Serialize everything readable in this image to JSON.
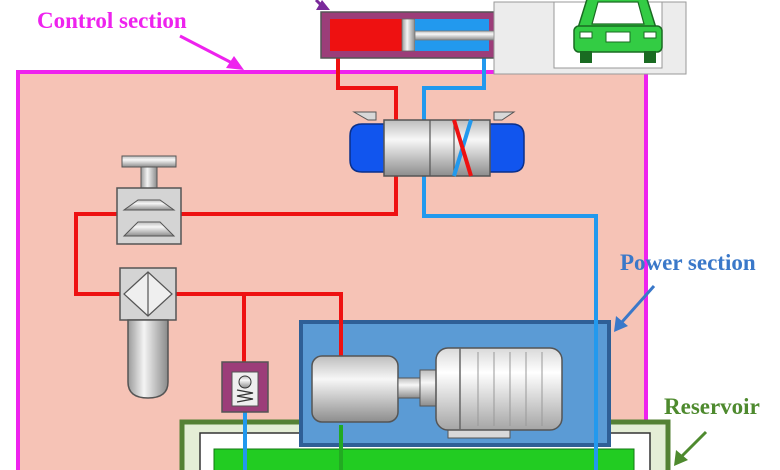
{
  "labels": {
    "control": "Control section",
    "power": "Power section",
    "reservoir": "Reservoir"
  },
  "colors": {
    "control_label": "#ee22ee",
    "power_label": "#3a78c9",
    "reservoir_label": "#4e8a2e",
    "control_fill": "#f6c3b6",
    "control_border": "#ee22ee",
    "power_fill": "#5b9bd5",
    "power_border": "#2f5f96",
    "reservoir_fill": "#e4eed6",
    "reservoir_border": "#558135",
    "fluid": "#22cc22",
    "pressure_line": "#ee1111",
    "return_line": "#2299ee",
    "cylinder_body": "#9c3d79",
    "cylinder_piston_side": "#ee1111",
    "cylinder_rod_side": "#2299ee",
    "car": "#33cc44",
    "valve_solenoid": "#1155ee"
  },
  "icons": [
    "hydraulic-cylinder-icon",
    "car-icon",
    "directional-valve-icon",
    "pressure-gauge-icon",
    "filter-icon",
    "check-valve-icon",
    "pump-icon",
    "electric-motor-icon"
  ]
}
